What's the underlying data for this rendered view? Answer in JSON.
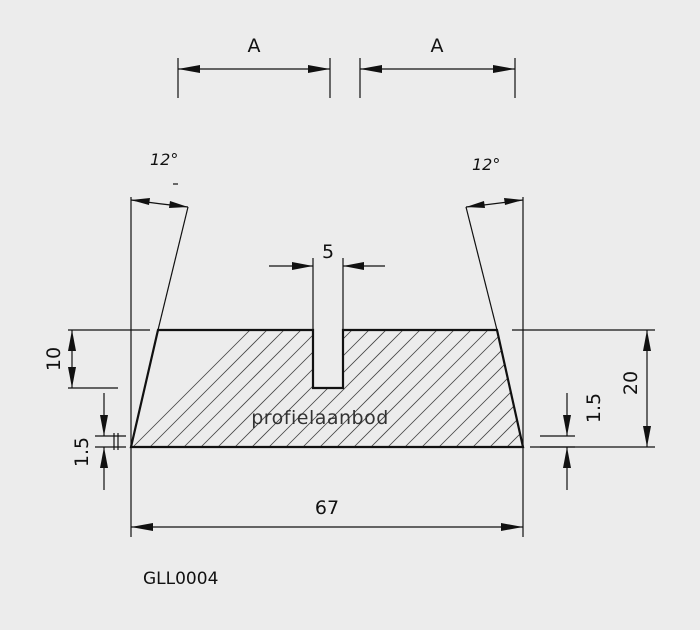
{
  "drawing": {
    "dimensions": {
      "a_left": "A",
      "a_right": "A",
      "groove_width": "5",
      "total_width": "67",
      "height_total": "20",
      "groove_depth": "10",
      "edge_left": "1.5",
      "edge_right": "1.5"
    },
    "angles": {
      "left": "12°",
      "right": "12°"
    },
    "watermark": "profielaanbod",
    "code": "GLL0004",
    "colors": {
      "background": "#ececec",
      "lines": "#111111"
    }
  }
}
